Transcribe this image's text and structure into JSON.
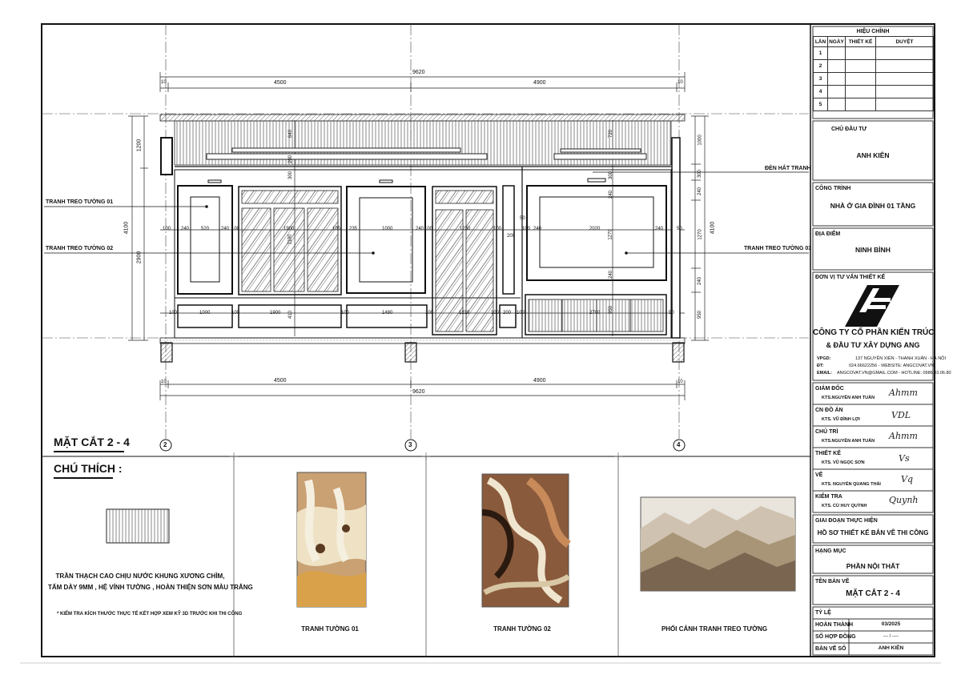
{
  "section": {
    "title": "MẶT CẮT 2 - 4",
    "grid_axes": [
      "2",
      "3",
      "4"
    ],
    "dims_top": {
      "total": "9620",
      "left": "4500",
      "right": "4900",
      "end_left": "10",
      "end_right": "10"
    },
    "dims_bottom": {
      "total": "9620",
      "left": "4500",
      "right": "4900",
      "end_left": "10",
      "end_right": "10"
    },
    "dims_left": {
      "total": "4100",
      "upper": "1200",
      "lower": "2900"
    },
    "dims_right": {
      "total": "4100",
      "segments": [
        "1000",
        "300",
        "240",
        "1270",
        "240",
        "950"
      ]
    },
    "vertical_dims": [
      "640",
      "720",
      "300",
      "410",
      "200",
      "1190",
      "1170",
      "240",
      "100",
      "1270",
      "240",
      "950",
      "100",
      "410",
      "250",
      "100"
    ],
    "horizontal_dims": [
      "100",
      "240",
      "520",
      "240",
      "100",
      "1900",
      "105",
      "235",
      "1000",
      "240",
      "100",
      "1230",
      "100",
      "200",
      "50",
      "100",
      "240",
      "2020",
      "240",
      "50",
      "100",
      "1000",
      "100",
      "1900",
      "100",
      "1480",
      "100",
      "1230",
      "100",
      "200",
      "100",
      "2700",
      "50"
    ],
    "labels": {
      "tranh_01": "TRANH TREO TƯỜNG 01",
      "tranh_02": "TRANH TREO TƯỜNG 02",
      "tranh_03": "TRANH TREO TƯỜNG 03",
      "den_hat": "ĐÈN HẮT TRANH"
    }
  },
  "legend": {
    "title": "CHÚ THÍCH :",
    "desc_line1": "TRẦN THẠCH CAO CHỊU NƯỚC KHUNG XƯƠNG CHÌM,",
    "desc_line2": "TẤM DÀY 9MM , HỆ VÍNH TƯỜNG , HOÀN THIỆN SƠN MÀU TRẮNG",
    "note": "* KIỂM TRA KÍCH THƯỚC THỰC TẾ KẾT HỢP XEM KỸ 3D TRƯỚC KHI THI CÔNG",
    "img1_caption": "TRANH TƯỜNG 01",
    "img2_caption": "TRANH TƯỜNG 02",
    "img3_caption": "PHỐI CẢNH TRANH TREO TƯỜNG"
  },
  "title_block": {
    "revision_title": "HIỆU CHỈNH",
    "revision_headers": [
      "LẦN",
      "NGÀY",
      "THIẾT KẾ",
      "DUYỆT"
    ],
    "revision_rows": [
      "1",
      "2",
      "3",
      "4",
      "5"
    ],
    "owner_label": "CHỦ ĐẦU TƯ",
    "owner": "ANH KIÊN",
    "project_label": "CÔNG TRÌNH",
    "project": "NHÀ Ở GIA ĐÌNH 01 TẦNG",
    "location_label": "ĐỊA ĐIỂM",
    "location": "NINH BÌNH",
    "consultant_label": "ĐƠN VỊ TƯ VẤN THIẾT KẾ",
    "company_line1": "CÔNG TY CỔ PHẦN KIẾN TRÚC",
    "company_line2": "& ĐẦU  TƯ XÂY DỰNG ANG",
    "company_info": {
      "vpgd_label": "VPGD:",
      "vpgd": "137 NGUYỄN XIỂN - THANH XUÂN - HÀ NỘI",
      "dt_label": "ĐT:",
      "dt": "024.66622256 - WEBSITE: ANGCOVAT.VN",
      "email_label": "EMAIL:",
      "email": "ANGCOVAT.VN@GMAIL.COM - HOTLINE: 0986.03.06.80"
    },
    "director_label": "GIÁM ĐỐC",
    "director": "KTS.NGUYỄN ANH TUẤN",
    "pm_label": "CN ĐỒ ÁN",
    "pm": "KTS. VŨ ĐÌNH LỢI",
    "lead_label": "CHỦ TRÌ",
    "lead": "KTS.NGUYỄN ANH TUẤN",
    "designer_label": "THIẾT KẾ",
    "designer": "KTS. VŨ NGỌC SƠN",
    "drafter_label": "VẼ",
    "drafter": "KTS. NGUYỄN QUANG THÁI",
    "checker_label": "KIỂM TRA",
    "checker": "KTS. CÙ HUY QUỲNH",
    "phase_label": "GIAI ĐOẠN THỰC HIỆN",
    "phase": "HỒ SƠ THIẾT KẾ BẢN VẼ THI CÔNG",
    "category_label": "HẠNG MỤC",
    "category": "PHẦN NỘI THẤT",
    "drawing_name_label": "TÊN BẢN VẼ",
    "drawing_name": "MẶT CẮT 2 - 4",
    "scale_label": "TỶ LỆ",
    "scale": "",
    "completed_label": "HOÀN THÀNH",
    "completed": "03/2025",
    "contract_label": "SỐ HỢP ĐỒNG",
    "contract": "--- / ----",
    "sheet_no_label": "BẢN VẼ SỐ",
    "sheet_no": "ANH KIÊN"
  }
}
